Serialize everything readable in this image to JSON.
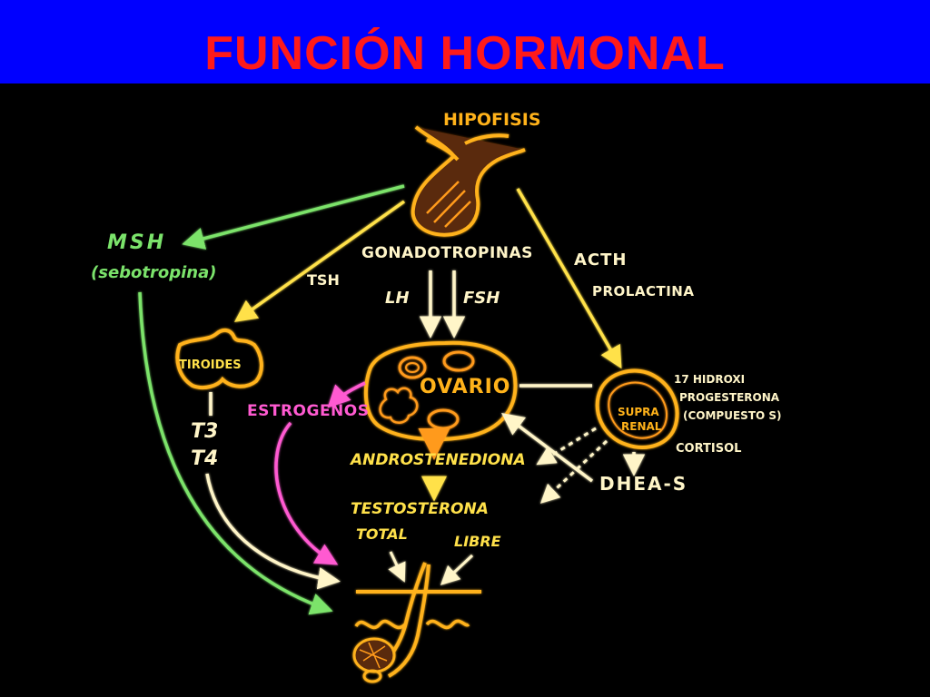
{
  "title": "FUNCIÓN HORMONAL",
  "colors": {
    "header_bg": "#0000ff",
    "title": "#ff1a1a",
    "yellow": "#ffe14a",
    "orange": "#ff9a1a",
    "green": "#7be36b",
    "pink": "#ff5ad1",
    "white": "#fff5c8"
  },
  "diagram": {
    "hipofisis": "HIPOFISIS",
    "msh": "MSH",
    "msh_sub": "(sebotropina)",
    "gonadotropinas": "GONADOTROPINAS",
    "acth": "ACTH",
    "prolactina": "PROLACTINA",
    "tsh": "TSH",
    "lh": "LH",
    "fsh": "FSH",
    "tiroides": "TIROIDES",
    "t3": "T3",
    "t4": "T4",
    "ovario": "OVARIO",
    "estrogenos": "ESTROGENOS",
    "supra": "SUPRA",
    "renal": "RENAL",
    "hidroxi_1": "17 HIDROXI",
    "hidroxi_2": "PROGESTERONA",
    "hidroxi_3": "(COMPUESTO S)",
    "cortisol": "CORTISOL",
    "androstenediona": "ANDROSTENEDIONA",
    "dhea": "DHEA-S",
    "testosterona": "TESTOSTERONA",
    "total": "TOTAL",
    "libre": "LIBRE"
  }
}
